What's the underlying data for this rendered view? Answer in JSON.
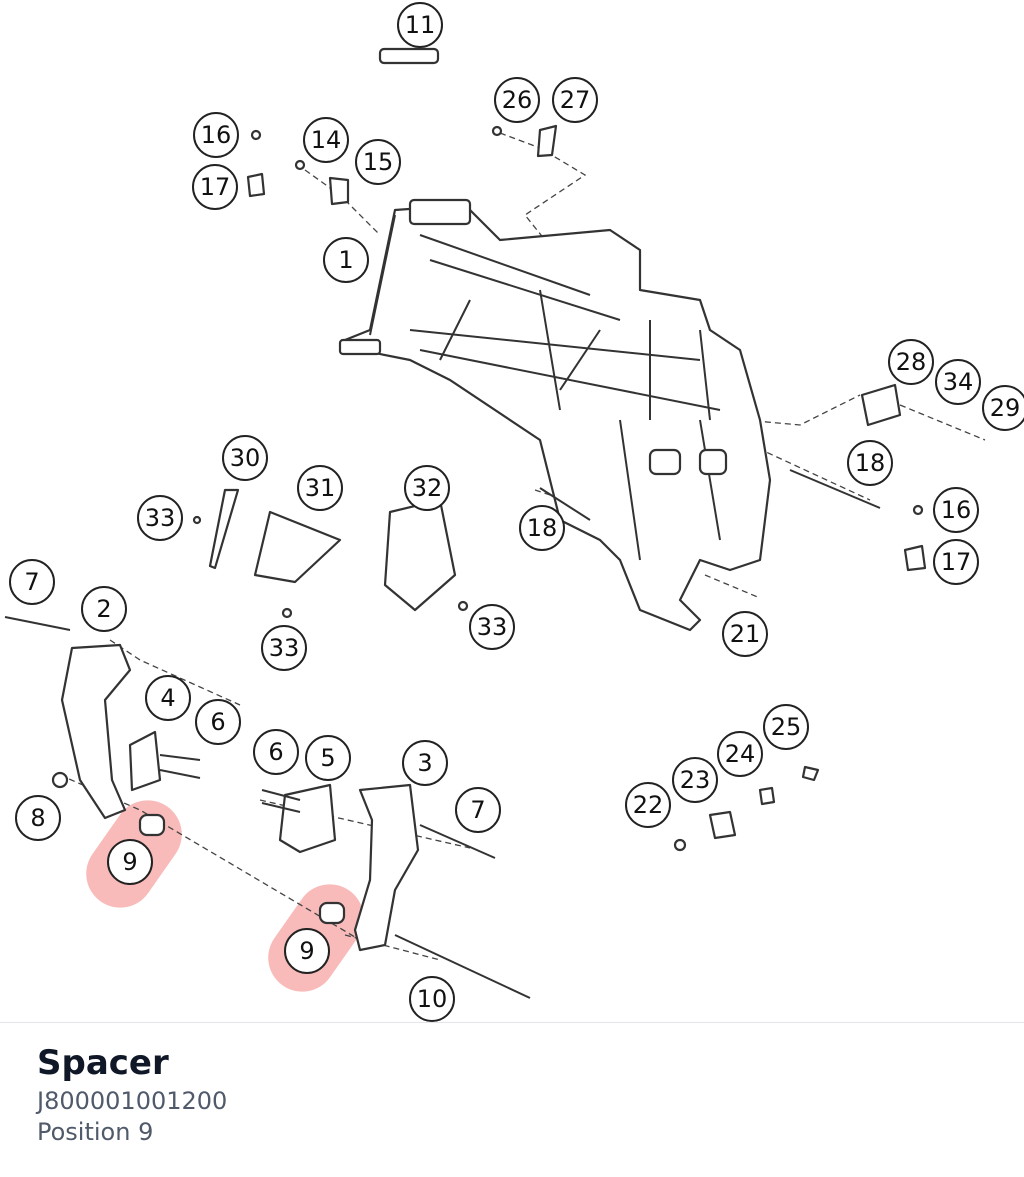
{
  "diagram": {
    "callouts": [
      "11",
      "26",
      "27",
      "16",
      "17",
      "14",
      "15",
      "1",
      "28",
      "34",
      "29",
      "18",
      "16",
      "17",
      "30",
      "31",
      "32",
      "33",
      "33",
      "33",
      "18",
      "21",
      "7",
      "2",
      "4",
      "6",
      "6",
      "5",
      "3",
      "7",
      "8",
      "9",
      "9",
      "10",
      "25",
      "24",
      "23",
      "22"
    ]
  },
  "part": {
    "name": "Spacer",
    "number": "J800001001200",
    "position": "Position 9"
  },
  "colors": {
    "highlight": "#f05a5a",
    "title": "#101828",
    "subtitle": "#515a6a"
  }
}
